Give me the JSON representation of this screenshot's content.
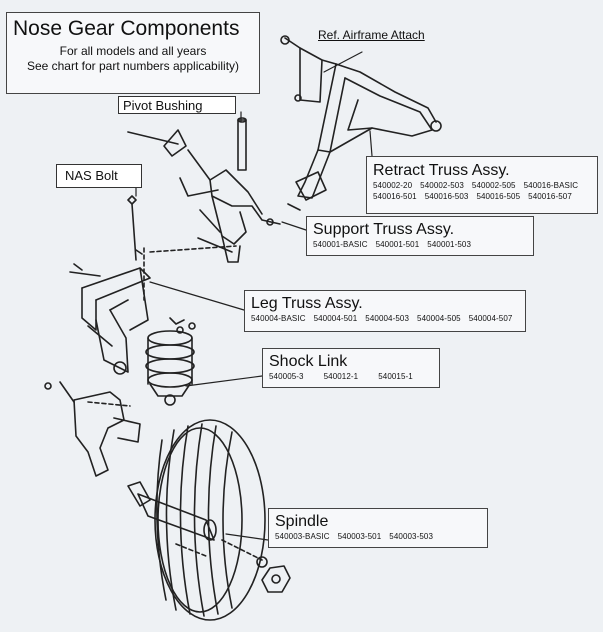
{
  "header": {
    "title": "Nose Gear Components",
    "subtitle_1": "For all models and all years",
    "subtitle_2": "See chart for part numbers applicability)"
  },
  "labels": {
    "ref_airframe": "Ref. Airframe Attach",
    "pivot_bushing": "Pivot Bushing",
    "nas_bolt": "NAS Bolt"
  },
  "assemblies": {
    "retract": {
      "title": "Retract Truss Assy.",
      "row1": [
        "540002-20",
        "540002-503",
        "540002-505",
        "540016-BASIC"
      ],
      "row2": [
        "540016-501",
        "540016-503",
        "540016-505",
        "540016-507"
      ]
    },
    "support": {
      "title": "Support Truss Assy.",
      "parts": [
        "540001-BASIC",
        "540001-501",
        "540001-503"
      ]
    },
    "leg": {
      "title": "Leg Truss Assy.",
      "parts": [
        "540004-BASIC",
        "540004-501",
        "540004-503",
        "540004-505",
        "540004-507"
      ]
    },
    "shock": {
      "title": "Shock Link",
      "parts": [
        "540005-3",
        "540012-1",
        "540015-1"
      ]
    },
    "spindle": {
      "title": "Spindle",
      "parts": [
        "540003-BASIC",
        "540003-501",
        "540003-503"
      ]
    }
  }
}
